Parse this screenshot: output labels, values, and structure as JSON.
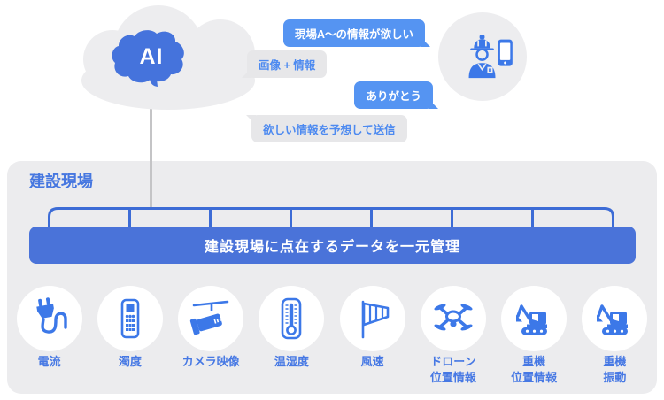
{
  "ai": {
    "label": "AI"
  },
  "chat": {
    "bubbles": [
      {
        "text": "現場A〜の情報が欲しい",
        "style": "blue",
        "tail": "bottom-right"
      },
      {
        "text": "画像 + 情報",
        "style": "gray",
        "tail": "bottom-left"
      },
      {
        "text": "ありがとう",
        "style": "blue",
        "tail": "bottom-right"
      },
      {
        "text": "欲しい情報を予想して送信",
        "style": "gray",
        "tail": "top-left"
      }
    ]
  },
  "avatar": {
    "icons": [
      "construction-worker-icon",
      "smartphone-icon"
    ]
  },
  "site": {
    "title": "建設現場",
    "banner": "建設現場に点在するデータを一元管理",
    "sensors": [
      {
        "label": "電流",
        "icon": "power-plug-icon"
      },
      {
        "label": "濁度",
        "icon": "turbidity-meter-icon"
      },
      {
        "label": "カメラ映像",
        "icon": "cctv-camera-icon"
      },
      {
        "label": "温湿度",
        "icon": "thermometer-icon"
      },
      {
        "label": "風速",
        "icon": "windsock-icon"
      },
      {
        "label": "ドローン",
        "label2": "位置情報",
        "icon": "drone-icon"
      },
      {
        "label": "重機",
        "label2": "位置情報",
        "icon": "excavator-icon"
      },
      {
        "label": "重機",
        "label2": "振動",
        "icon": "excavator-icon"
      }
    ]
  },
  "colors": {
    "brain_blue": "#4573dc",
    "bubble_blue": "#5594f2",
    "bubble_gray": "#e7e7e9",
    "bubble_text_blue": "#4d8af0",
    "banner_blue": "#4a73d9",
    "bus_blue": "#3d6cd6",
    "icon_blue": "#3c78e8",
    "label_blue": "#4678e4",
    "panel_gray": "#ececee",
    "cloud_gray": "#ededef",
    "connector_gray": "#c4c4c6"
  }
}
